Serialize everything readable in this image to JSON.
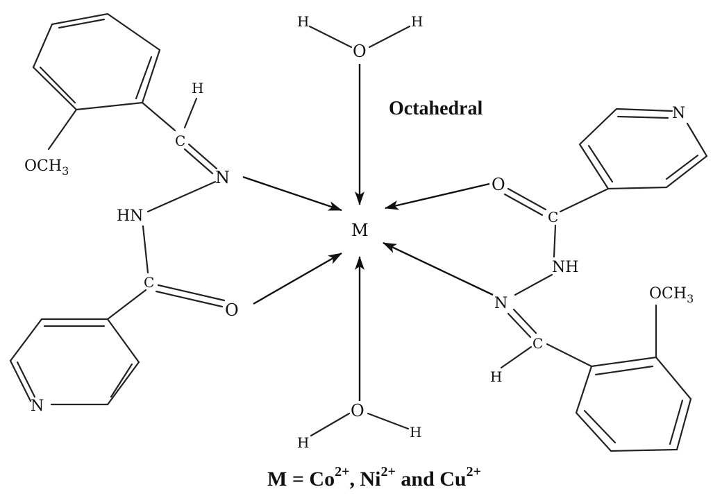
{
  "diagram": {
    "geometry_label": "Octahedral",
    "metal_label": "M",
    "atoms": {
      "H": "H",
      "O": "O",
      "N": "N",
      "C": "C",
      "HN": "HN",
      "NH": "NH",
      "OCH": "OCH",
      "sub3": "3"
    },
    "caption": {
      "prefix": "M = Co",
      "co_charge": "2+",
      "sep": ",  Ni",
      "ni_charge": "2+",
      "and": " and Cu",
      "cu_charge": "2+"
    }
  }
}
